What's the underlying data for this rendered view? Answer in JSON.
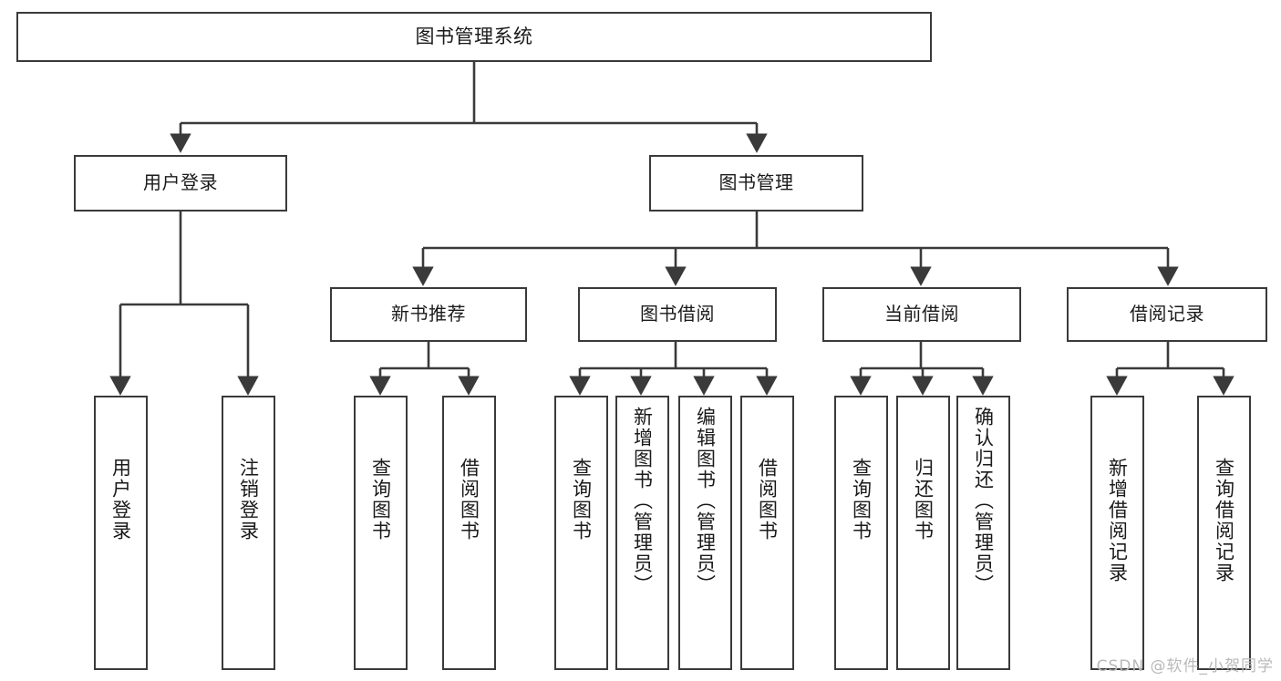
{
  "diagram": {
    "title": "图书管理系统",
    "type": "tree",
    "watermark": "CSDN @软件_小贺同学",
    "colors": {
      "box_border": "#3a3a3a",
      "box_fill": "#ffffff",
      "edge": "#3a3a3a",
      "text": "#1a1a1a",
      "watermark": "#b9b9b9",
      "background": "#ffffff"
    },
    "levels": {
      "root": "图书管理系统",
      "level2": [
        "用户登录",
        "图书管理"
      ],
      "level3": [
        "新书推荐",
        "图书借阅",
        "当前借阅",
        "借阅记录"
      ]
    },
    "nodes": {
      "root": {
        "label": "图书管理系统"
      },
      "user_login": {
        "label": "用户登录"
      },
      "book_manage": {
        "label": "图书管理"
      },
      "new_book_rec": {
        "label": "新书推荐"
      },
      "book_borrow": {
        "label": "图书借阅"
      },
      "current_borrow": {
        "label": "当前借阅"
      },
      "borrow_record": {
        "label": "借阅记录"
      },
      "leaf_user_login": {
        "label": "用户登录"
      },
      "leaf_logout": {
        "label": "注销登录"
      },
      "leaf_query_book_1": {
        "label": "查询图书"
      },
      "leaf_borrow_book_1": {
        "label": "借阅图书"
      },
      "leaf_query_book_2": {
        "label": "查询图书"
      },
      "leaf_add_book": {
        "label": "新增图书（管理员）"
      },
      "leaf_edit_book": {
        "label": "编辑图书（管理员）"
      },
      "leaf_borrow_book_2": {
        "label": "借阅图书"
      },
      "leaf_query_book_3": {
        "label": "查询图书"
      },
      "leaf_return_book": {
        "label": "归还图书"
      },
      "leaf_confirm_return": {
        "label": "确认归还（管理员）"
      },
      "leaf_add_record": {
        "label": "新增借阅记录"
      },
      "leaf_query_record": {
        "label": "查询借阅记录"
      }
    },
    "edges": [
      {
        "from": "root",
        "to": "user_login"
      },
      {
        "from": "root",
        "to": "book_manage"
      },
      {
        "from": "user_login",
        "to": "leaf_user_login"
      },
      {
        "from": "user_login",
        "to": "leaf_logout"
      },
      {
        "from": "book_manage",
        "to": "new_book_rec"
      },
      {
        "from": "book_manage",
        "to": "book_borrow"
      },
      {
        "from": "book_manage",
        "to": "current_borrow"
      },
      {
        "from": "book_manage",
        "to": "borrow_record"
      },
      {
        "from": "new_book_rec",
        "to": "leaf_query_book_1"
      },
      {
        "from": "new_book_rec",
        "to": "leaf_borrow_book_1"
      },
      {
        "from": "book_borrow",
        "to": "leaf_query_book_2"
      },
      {
        "from": "book_borrow",
        "to": "leaf_add_book"
      },
      {
        "from": "book_borrow",
        "to": "leaf_edit_book"
      },
      {
        "from": "book_borrow",
        "to": "leaf_borrow_book_2"
      },
      {
        "from": "current_borrow",
        "to": "leaf_query_book_3"
      },
      {
        "from": "current_borrow",
        "to": "leaf_return_book"
      },
      {
        "from": "current_borrow",
        "to": "leaf_confirm_return"
      },
      {
        "from": "borrow_record",
        "to": "leaf_add_record"
      },
      {
        "from": "borrow_record",
        "to": "leaf_query_record"
      }
    ]
  }
}
